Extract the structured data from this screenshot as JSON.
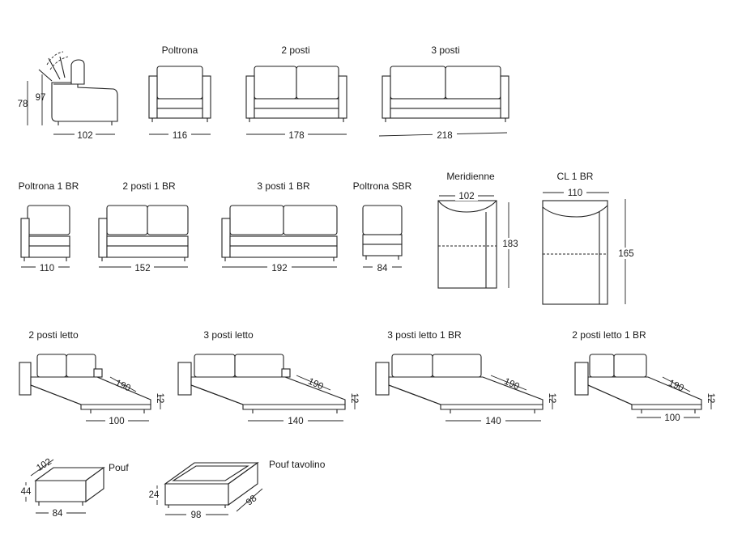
{
  "labels": {
    "poltrona": "Poltrona",
    "posti2": "2 posti",
    "posti3": "3 posti",
    "poltrona1br": "Poltrona 1 BR",
    "posti2_1br": "2 posti 1 BR",
    "posti3_1br": "3 posti 1 BR",
    "poltrona_sbr": "Poltrona SBR",
    "meridienne": "Meridienne",
    "cl1br": "CL 1 BR",
    "letto2": "2 posti letto",
    "letto3": "3 posti letto",
    "letto3_1br": "3 posti letto 1 BR",
    "letto2_1br": "2 posti letto 1 BR",
    "pouf": "Pouf",
    "pouf_tavolino": "Pouf tavolino"
  },
  "dims": {
    "side_depth": "102",
    "side_height": "78",
    "side_height_back": "97",
    "poltrona_w": "116",
    "posti2_w": "178",
    "posti3_w": "218",
    "poltrona1br_w": "110",
    "posti2_1br_w": "152",
    "posti3_1br_w": "192",
    "poltrona_sbr_w": "84",
    "meridienne_w": "102",
    "meridienne_l": "183",
    "cl1br_w": "110",
    "cl1br_l": "165",
    "letto2_len": "190",
    "letto2_h": "12",
    "letto2_w": "100",
    "letto3_len": "190",
    "letto3_h": "12",
    "letto3_w": "140",
    "letto3_1br_len": "190",
    "letto3_1br_h": "12",
    "letto3_1br_w": "140",
    "letto2_1br_len": "190",
    "letto2_1br_h": "12",
    "letto2_1br_w": "100",
    "pouf_d": "102",
    "pouf_h": "44",
    "pouf_w": "84",
    "pouf_tav_h": "24",
    "pouf_tav_w": "98",
    "pouf_tav_d": "98"
  }
}
